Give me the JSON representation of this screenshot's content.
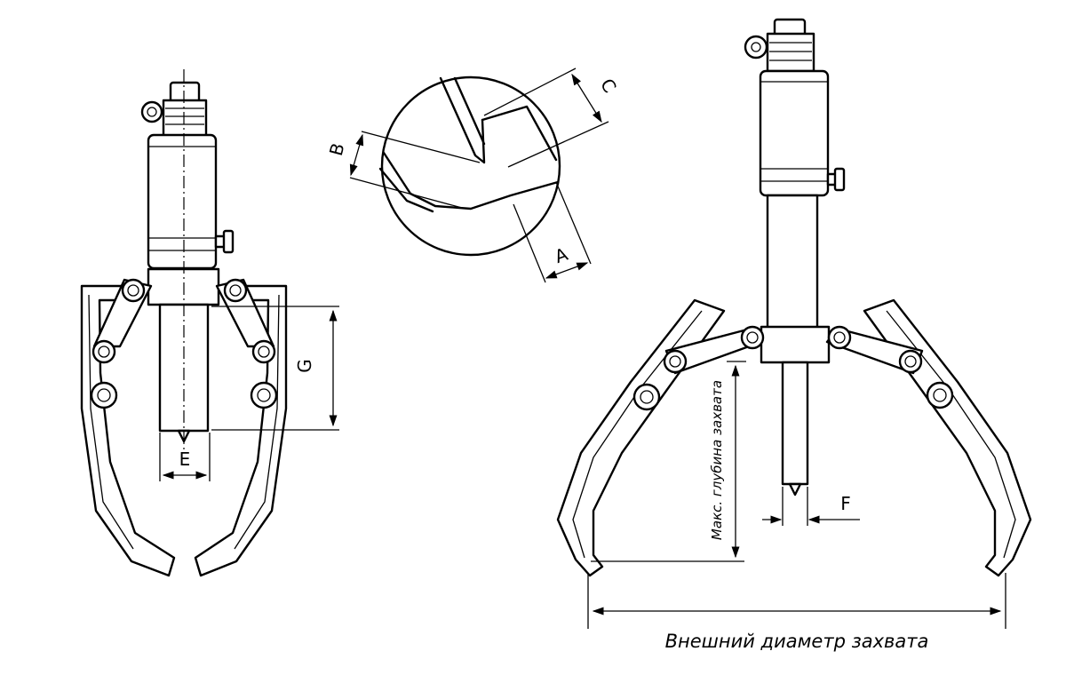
{
  "labels": {
    "A": "A",
    "B": "B",
    "C": "C",
    "E": "E",
    "F": "F",
    "G": "G"
  },
  "captions": {
    "outer_diameter": "Внешний диаметр захвата",
    "max_depth": "Макс. глубина захвата"
  },
  "colors": {
    "stroke": "#000000",
    "background": "#ffffff"
  }
}
